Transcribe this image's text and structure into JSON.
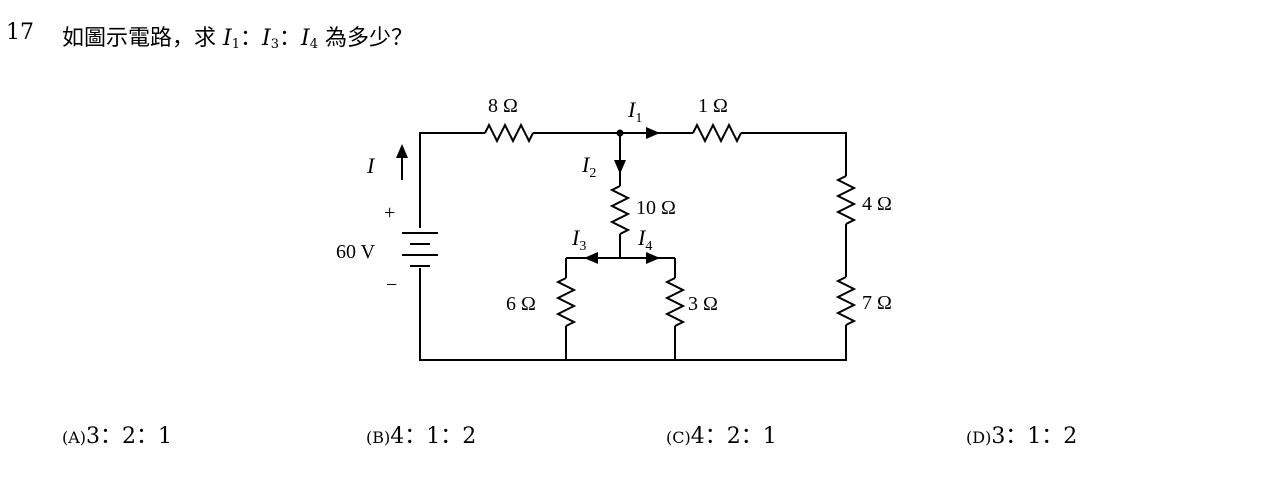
{
  "question": {
    "number": "17",
    "text_before": "如圖示電路，求 ",
    "i1_label": "I",
    "i1_sub": "1",
    "colon_1": "：",
    "i3_label": "I",
    "i3_sub": "3",
    "colon_2": "：",
    "i4_label": "I",
    "i4_sub": "4",
    "text_after": " 為多少？"
  },
  "circuit": {
    "source_voltage": "60 V",
    "source_plus": "+",
    "source_minus": "−",
    "current_I": "I",
    "r_top_left": "8 Ω",
    "r_top_right": "1 Ω",
    "r_middle": "10 Ω",
    "r_right_upper": "4 Ω",
    "r_right_lower": "7 Ω",
    "r_bottom_left": "6 Ω",
    "r_bottom_right": "3 Ω",
    "I1": "1",
    "I2": "2",
    "I3": "3",
    "I4": "4"
  },
  "options": [
    {
      "letter": "(A)",
      "text": "3：2：1"
    },
    {
      "letter": "(B)",
      "text": "4：1：2"
    },
    {
      "letter": "(C)",
      "text": "4：2：1"
    },
    {
      "letter": "(D)",
      "text": "3：1：2"
    }
  ]
}
